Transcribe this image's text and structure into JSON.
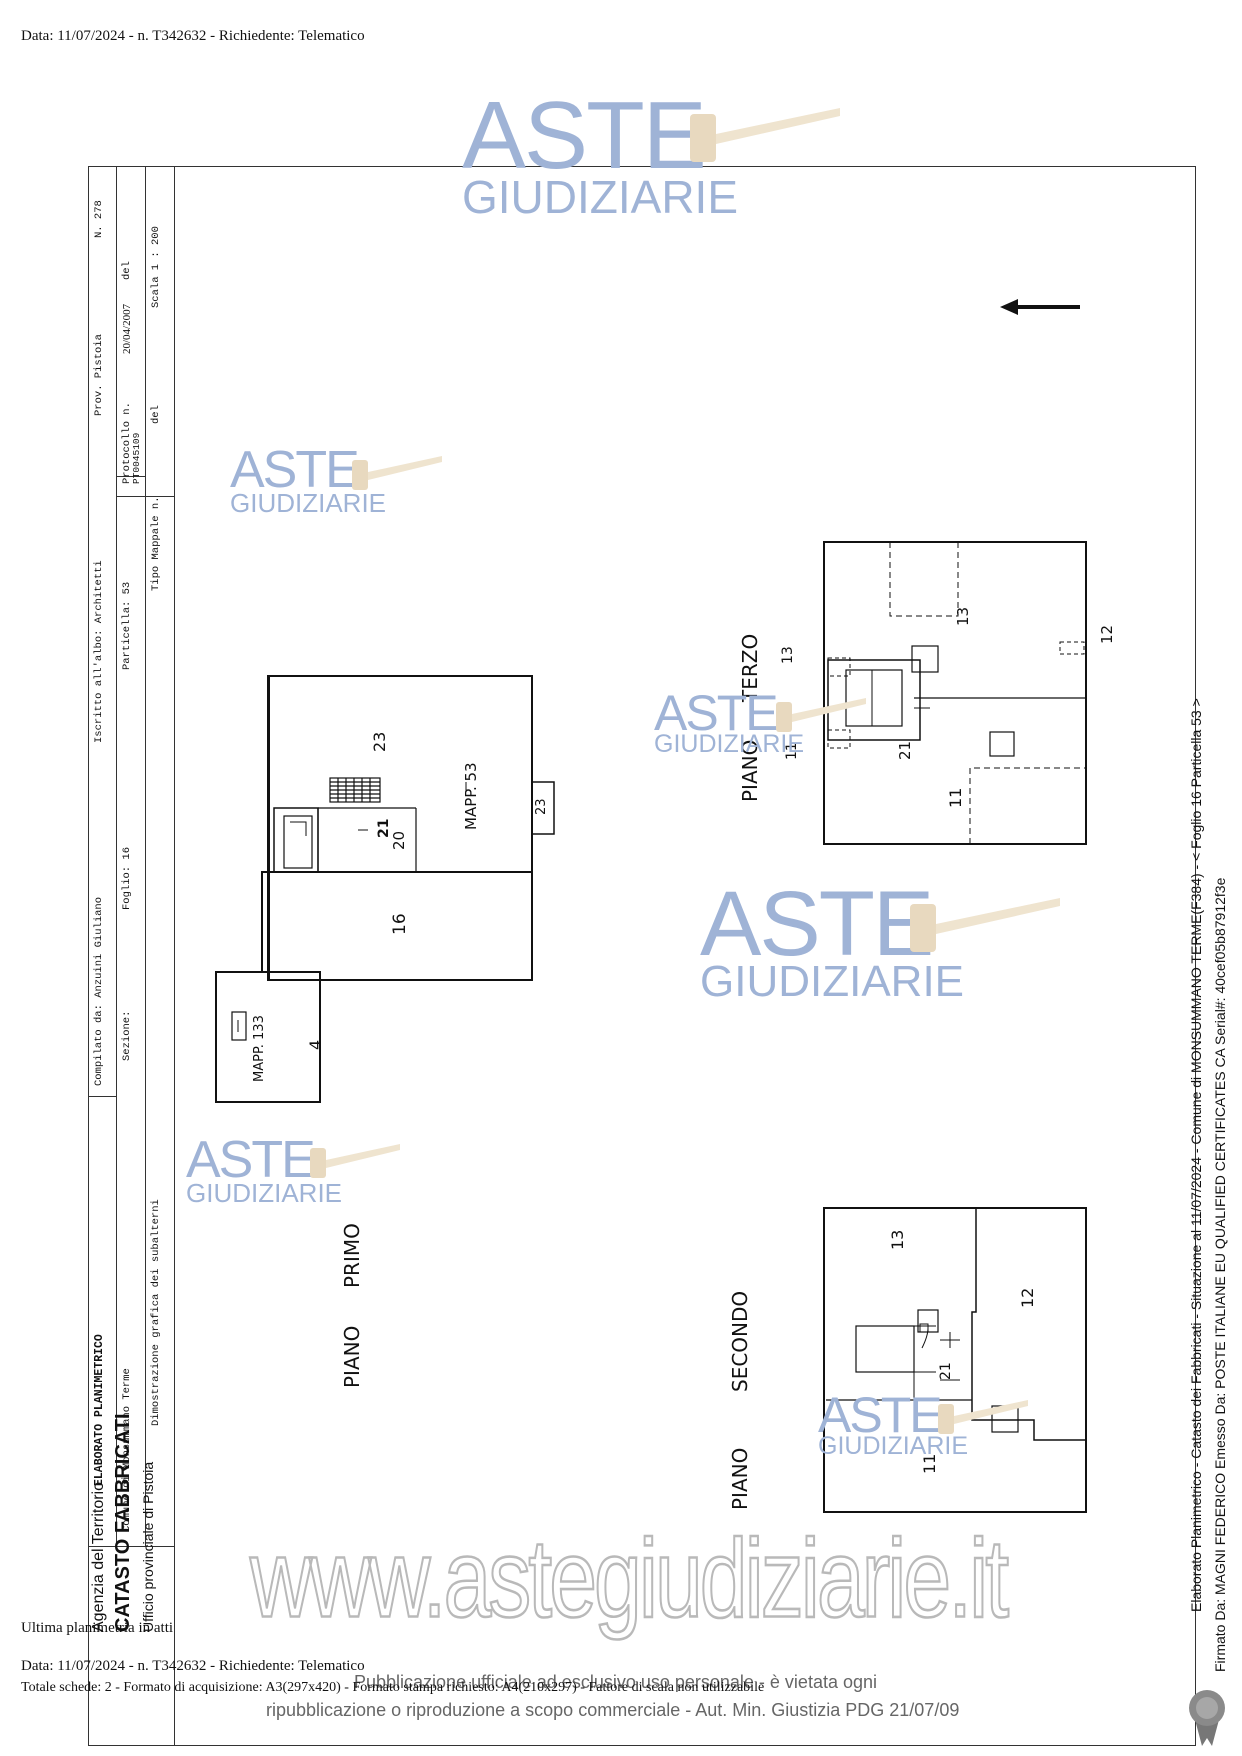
{
  "header": {
    "top_line": "Data: 11/07/2024 - n. T342632 - Richiedente: Telematico"
  },
  "agency": {
    "name": "Agenzia del Territorio",
    "department": "CATASTO FABBRICATI",
    "office": "Ufficio provinciale di  Pistoia"
  },
  "cartiglio": {
    "title": "ELABORATO PLANIMETRICO",
    "compilato": "Compilato da: Anzuini Giuliano",
    "iscritto": "Iscritto all'albo: Architetti",
    "prov": "Prov.  Pistoia",
    "numero": "N.   278",
    "comune": "Comune di Monsummano Terme",
    "sezione": "Sezione:",
    "foglio": "Foglio: 16",
    "particella": "Particella: 53",
    "protocollo": "Protocollo n.",
    "protocollo_val": "PT0045109",
    "protocollo_data": "20/04/2007",
    "del": "del",
    "dimostrazione": "Dimostrazione grafica dei subalterni",
    "tipo_mappale": "Tipo Mappale n.",
    "del2": "del",
    "scala": "Scala 1 : 200"
  },
  "plans": {
    "primo": {
      "label1": "PIANO",
      "label2": "PRIMO",
      "sub_23": "23",
      "sub_21": "21",
      "sub_20": "20",
      "sub_16": "16",
      "sub_23b": "23",
      "mapp53": "MAPP. 53",
      "mapp133": "MAPP. 133",
      "sub_4": "4"
    },
    "secondo": {
      "label1": "PIANO",
      "label2": "SECONDO",
      "sub_13": "13",
      "sub_12": "12",
      "sub_21": "21",
      "sub_11": "11"
    },
    "terzo": {
      "label1": "PIANO",
      "label2": "TERZO",
      "sub_13a": "13",
      "sub_13b": "13",
      "sub_12": "12",
      "sub_21": "21",
      "sub_11a": "11",
      "sub_11b": "11"
    }
  },
  "watermark": {
    "aste": "ASTE",
    "giudiziarie": "GIUDIZIARIE",
    "url": "www.astegiudiziarie.it",
    "notice_line1": "Pubblicazione ufficiale ad esclusivo uso personale - è vietata ogni",
    "notice_line2": "ripubblicazione o riproduzione a scopo commerciale - Aut. Min. Giustizia PDG 21/07/09"
  },
  "right_side": {
    "line1": "Elaborato Planimetrico - Catasto dei Fabbricati - Situazione al 11/07/2024 - Comune di MONSUMMANO TERME(F384) - < Foglio 16 Particella 53 >",
    "line2": "Firmato Da: MAGNI FEDERICO Emesso Da: POSTE ITALIANE EU QUALIFIED CERTIFICATES CA Serial#: 40cef05b87912f3e"
  },
  "footer": {
    "line1": "Ultima planimetria in atti",
    "line2": "Data: 11/07/2024 - n. T342632 - Richiedente: Telematico",
    "line3": "Totale schede: 2 - Formato di acquisizione: A3(297x420) - Formato stampa richiesto: A4(210x297) - Fattore di scala non utilizzabile"
  },
  "colors": {
    "watermark": "#9fb3d6",
    "gavel": "#e8d9bf",
    "ink": "#111111"
  }
}
